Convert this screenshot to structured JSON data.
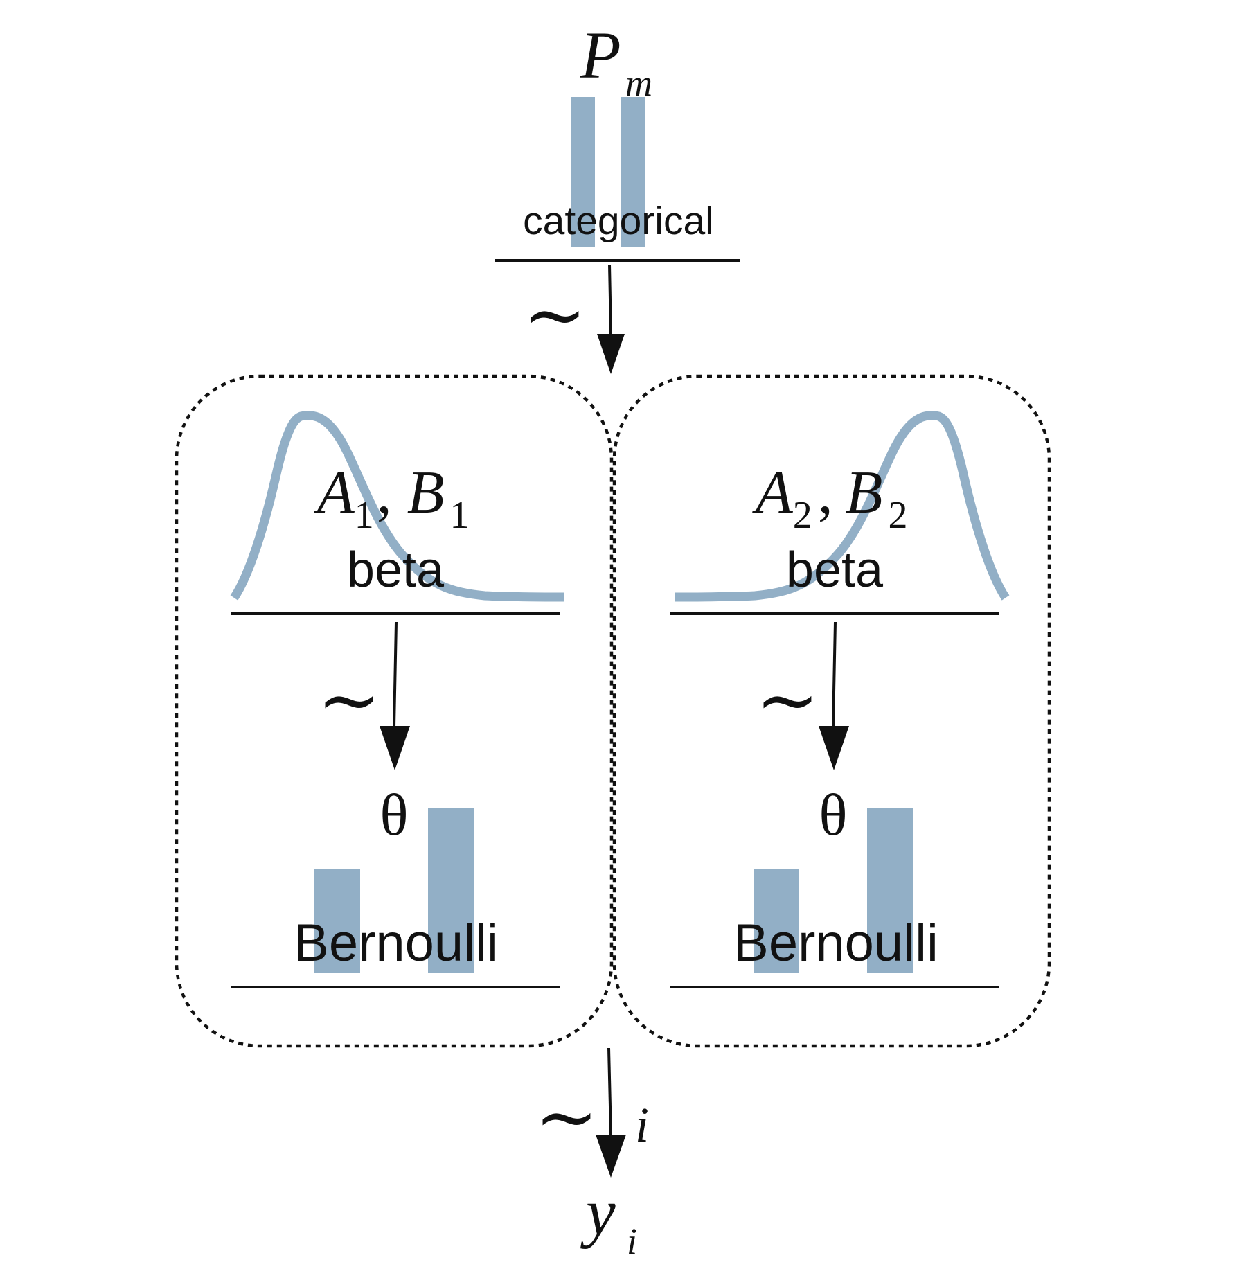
{
  "colors": {
    "shape_fill": "#92AFC6",
    "ink": "#111111",
    "background": "#ffffff"
  },
  "top": {
    "param_symbol": "P",
    "param_subscript": "m",
    "distribution_label": "categorical",
    "bars": [
      1,
      1
    ]
  },
  "tilde_symbol": "~",
  "left_box": {
    "param_a": "A",
    "param_a_sub": "1",
    "separator": ",",
    "param_b": "B",
    "param_b_sub": "1",
    "prior_label": "beta",
    "latent_symbol": "θ",
    "likelihood_label": "Bernoulli",
    "bernoulli_bars": [
      0.5,
      0.85
    ]
  },
  "right_box": {
    "param_a": "A",
    "param_a_sub": "2",
    "separator": ",",
    "param_b": "B",
    "param_b_sub": "2",
    "prior_label": "beta",
    "latent_symbol": "θ",
    "likelihood_label": "Bernoulli",
    "bernoulli_bars": [
      0.5,
      0.85
    ]
  },
  "bottom": {
    "index_label": "i",
    "obs_symbol": "y",
    "obs_subscript": "i"
  }
}
